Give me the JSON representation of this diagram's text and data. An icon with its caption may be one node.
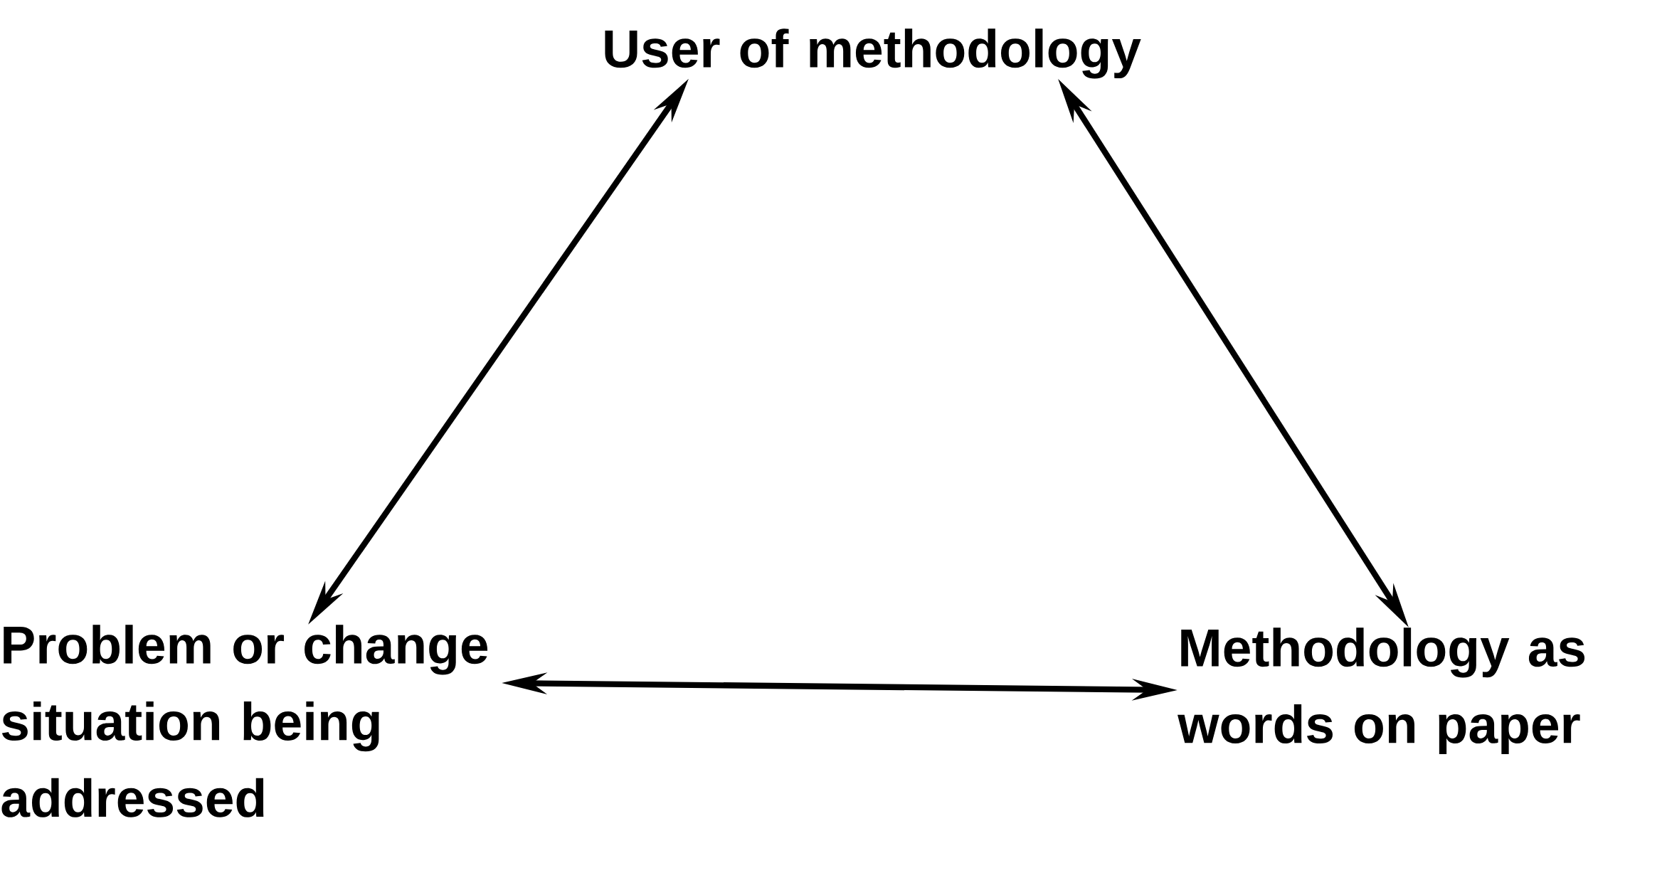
{
  "diagram": {
    "nodes": [
      {
        "text": [
          "User of methodology"
        ]
      },
      {
        "text": [
          "Problem or change situation being addressed"
        ]
      },
      {
        "text": [
          "Methodology as words on paper"
        ]
      }
    ],
    "edges": [
      {
        "from": 1,
        "to": 0,
        "arrow": "both"
      },
      {
        "from": 0,
        "to": 2,
        "arrow": "both"
      },
      {
        "from": 1,
        "to": 2,
        "arrow": "both"
      }
    ]
  }
}
